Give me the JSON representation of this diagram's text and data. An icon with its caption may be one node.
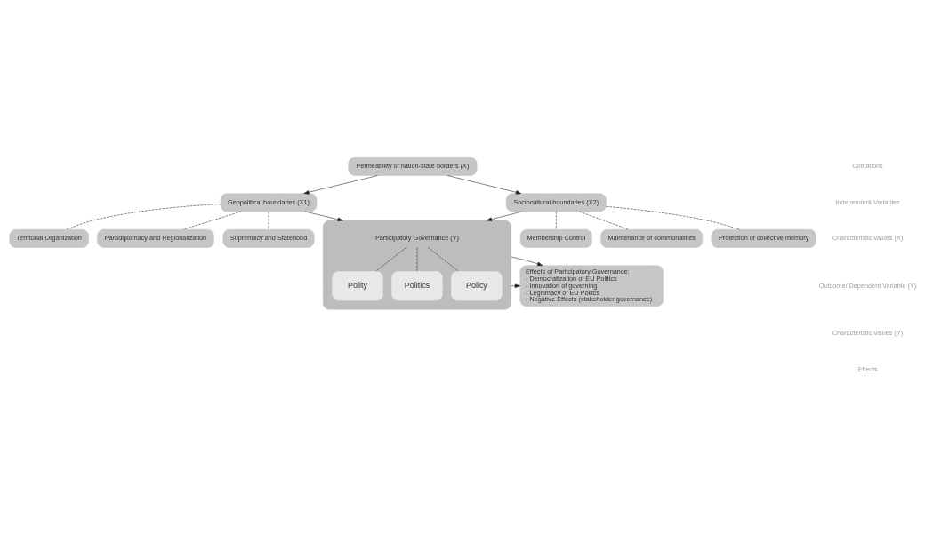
{
  "diagram": {
    "nodes": [
      {
        "text": [
          "Permeability of nation-state borders (X)"
        ]
      },
      {
        "text": [
          "Geopolitical boundaries (X1)"
        ]
      },
      {
        "text": [
          "Sociocultural boundaries (X2)"
        ]
      },
      {
        "text": [
          "Territorial Organization"
        ]
      },
      {
        "text": [
          "Paradiplomacy and Regionalization"
        ]
      },
      {
        "text": [
          "Supremacy and Statehood"
        ]
      },
      {
        "text": [
          "Membership Control"
        ]
      },
      {
        "text": [
          "Maintenance of commonalities"
        ]
      },
      {
        "text": [
          "Protection of collective memory"
        ]
      },
      {
        "text": [
          "Participatory Governance (Y)"
        ]
      },
      {
        "text": [
          "Polity"
        ],
        "in": 9
      },
      {
        "text": [
          "Politics"
        ],
        "in": 9
      },
      {
        "text": [
          "Policy"
        ],
        "in": 9
      },
      {
        "text": [
          "Effects of Participatory Governance:",
          "- Democratization of EU Politics",
          "- Innovation of governing",
          "- Legitimacy of EU Politcs",
          "- Negative Effects (stakeholder governance)"
        ]
      }
    ],
    "edges": [
      {
        "from": 0,
        "to": 1,
        "arrow": "to"
      },
      {
        "from": 0,
        "to": 2,
        "arrow": "to"
      },
      {
        "from": 1,
        "to": 3,
        "arrow": "none",
        "style": "dashed"
      },
      {
        "from": 1,
        "to": 4,
        "arrow": "none",
        "style": "dashed"
      },
      {
        "from": 1,
        "to": 5,
        "arrow": "none",
        "style": "dashed"
      },
      {
        "from": 2,
        "to": 6,
        "arrow": "none",
        "style": "dashed"
      },
      {
        "from": 2,
        "to": 7,
        "arrow": "none",
        "style": "dashed"
      },
      {
        "from": 2,
        "to": 8,
        "arrow": "none",
        "style": "dashed"
      },
      {
        "from": 1,
        "to": 9,
        "arrow": "to"
      },
      {
        "from": 2,
        "to": 9,
        "arrow": "to"
      },
      {
        "from": 9,
        "to": 10,
        "arrow": "none",
        "style": "dashed"
      },
      {
        "from": 9,
        "to": 11,
        "arrow": "none",
        "style": "dashed"
      },
      {
        "from": 9,
        "to": 12,
        "arrow": "none",
        "style": "dashed"
      },
      {
        "from": 9,
        "to": 13,
        "arrow": "to"
      },
      {
        "from": 9,
        "to": 13,
        "arrow": "to"
      }
    ],
    "labels": [
      "Conditions",
      "Independent Variables",
      "Characteristic values (X)",
      "Outcome/ Dependent Variable (Y)",
      "Characteristic values (Y)",
      "Effects"
    ]
  }
}
